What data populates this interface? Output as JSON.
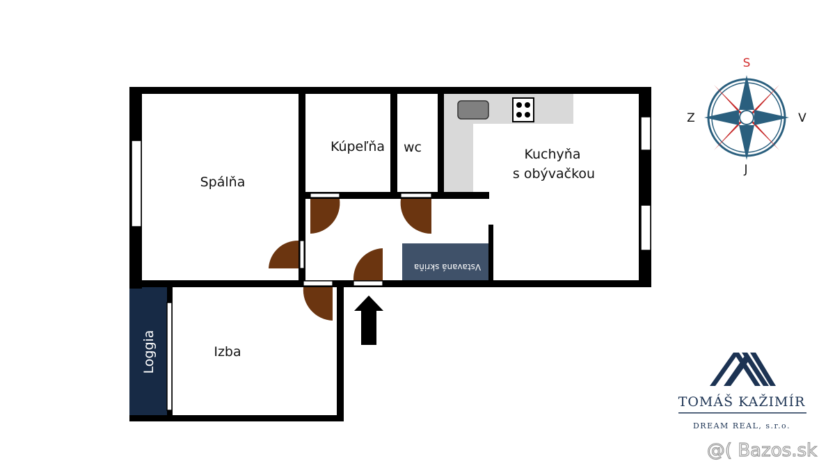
{
  "rooms": {
    "spalna": "Spálňa",
    "kupelna": "Kúpeľňa",
    "wc": "wc",
    "kuchyna_line1": "Kuchyňa",
    "kuchyna_line2": "s obývačkou",
    "izba": "Izba",
    "loggia": "Loggia",
    "skrina": "Vstavaná skriňa"
  },
  "compass": {
    "north": "S",
    "south": "J",
    "east": "V",
    "west": "Z"
  },
  "brand": {
    "name": "TOMÁŠ KAŽIMÍR",
    "subtitle": "DREAM REAL, s.r.o."
  },
  "watermark": "@( Bazos.sk",
  "colors": {
    "wall": "#000000",
    "door": "#6b3510",
    "loggia": "#172a45",
    "wardrobe": "#3f5169",
    "counter": "#d9d9d9",
    "compass_blue": "#2a5f7e",
    "compass_red": "#c62828",
    "brand": "#1c3353"
  }
}
